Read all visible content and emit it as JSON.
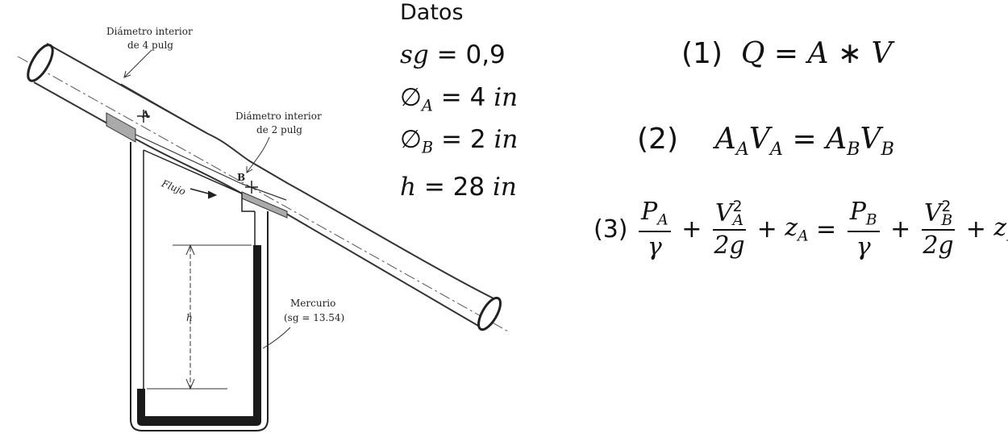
{
  "diagram": {
    "label_d4_line1": "Diámetro interior",
    "label_d4_line2": "de 4 pulg",
    "label_d2_line1": "Diámetro interior",
    "label_d2_line2": "de 2 pulg",
    "point_a": "A",
    "point_b": "B",
    "flow_label": "Flujo",
    "h_label": "h",
    "mercury_line1": "Mercurio",
    "mercury_line2": "(sg = 13.54)"
  },
  "datos": {
    "title": "Datos",
    "sg_symbol": "sg",
    "sg_value": "0,9",
    "phi": "∅",
    "a_sub": "A",
    "a_value": "4",
    "b_sub": "B",
    "b_value": "2",
    "h_symbol": "h",
    "h_value": "28",
    "unit": "in"
  },
  "equations": {
    "eq1_num": "(1)",
    "eq2_num": "(2)",
    "eq3_num": "(3)",
    "Q": "Q",
    "A": "A",
    "V": "V",
    "P": "P",
    "z": "z",
    "gamma": "γ",
    "two_g": "2g",
    "sq": "2",
    "sub_A": "A",
    "sub_B": "B"
  },
  "colors": {
    "ink": "#111111",
    "mercury": "#1a1a1a",
    "pipe_line": "#333333"
  }
}
